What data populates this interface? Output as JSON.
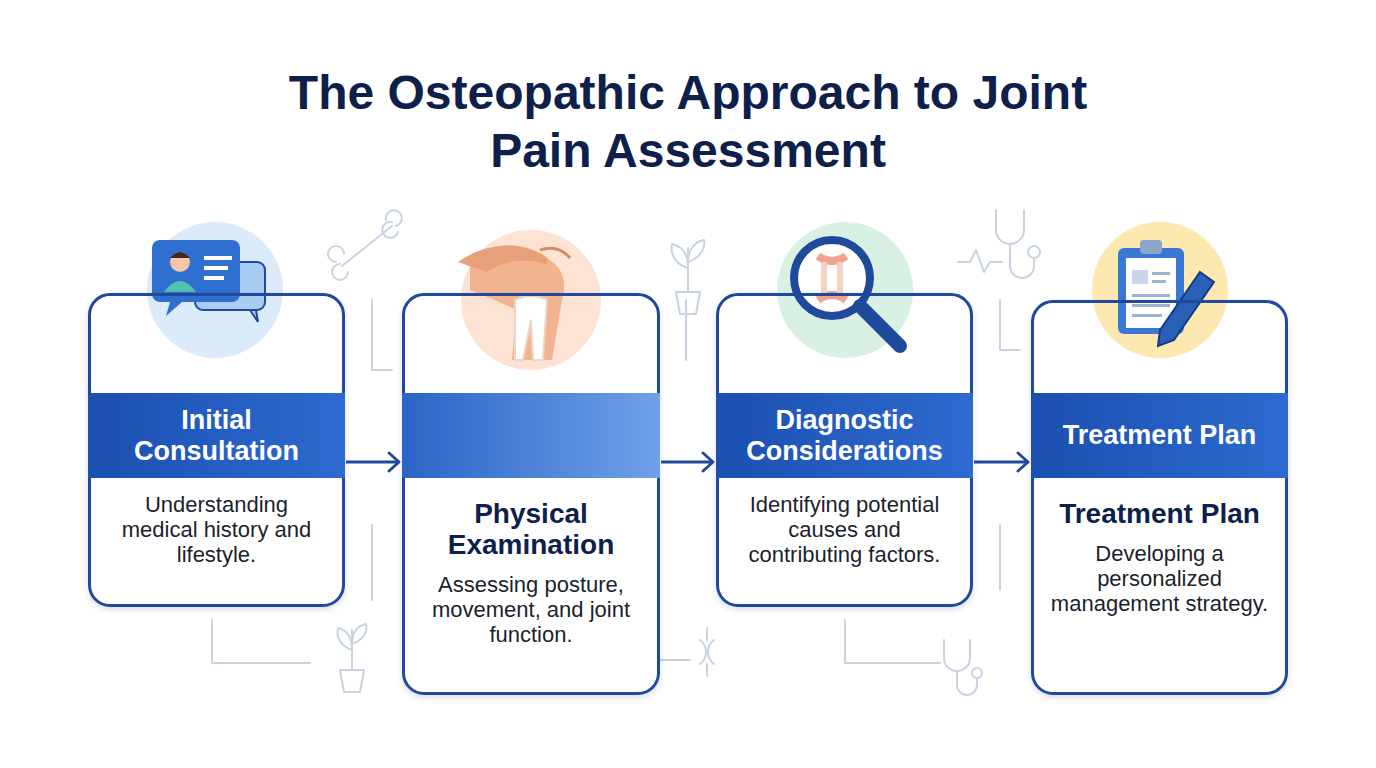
{
  "diagram": {
    "title": "The Osteopathic Approach to Joint Pain Assessment",
    "nodes": [
      {
        "text": [
          "Initial Consultation",
          "Understanding medical history and lifestyle."
        ]
      },
      {
        "text": [
          "Physical Examination",
          "Assessing posture, movement, and joint function."
        ]
      },
      {
        "text": [
          "Diagnostic Considerations",
          "Identifying potential causes and contributing factors."
        ]
      },
      {
        "text": [
          "Treatment Plan",
          "Treatment Plan",
          "Developing a personalized management strategy."
        ]
      }
    ],
    "edges": [
      {
        "from": 0,
        "to": 1,
        "arrow": "to"
      },
      {
        "from": 1,
        "to": 2,
        "arrow": "to"
      },
      {
        "from": 2,
        "to": 3,
        "arrow": "to"
      }
    ]
  }
}
